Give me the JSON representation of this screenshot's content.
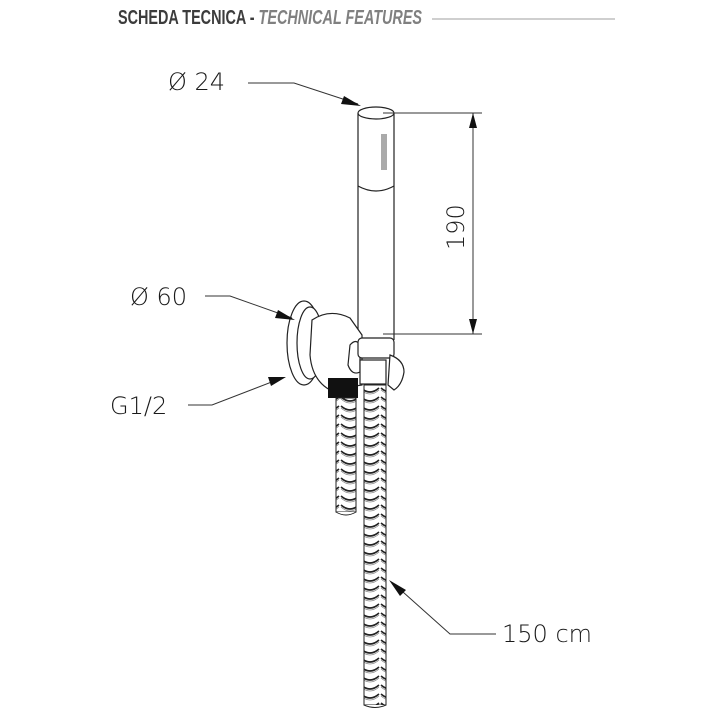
{
  "header": {
    "title_it": "SCHEDA TECNICA",
    "separator": "-",
    "title_en": "TECHNICAL FEATURES"
  },
  "dimensions": {
    "hand_shower_diameter": "Ø 24",
    "hand_shower_length": "190",
    "wall_plate_diameter": "Ø 60",
    "connection_thread": "G1/2",
    "hose_length": "150 cm"
  },
  "colors": {
    "title_dark": "#3c3c3c",
    "title_light": "#808080",
    "rule": "#cfcfcf",
    "line": "#222222"
  }
}
